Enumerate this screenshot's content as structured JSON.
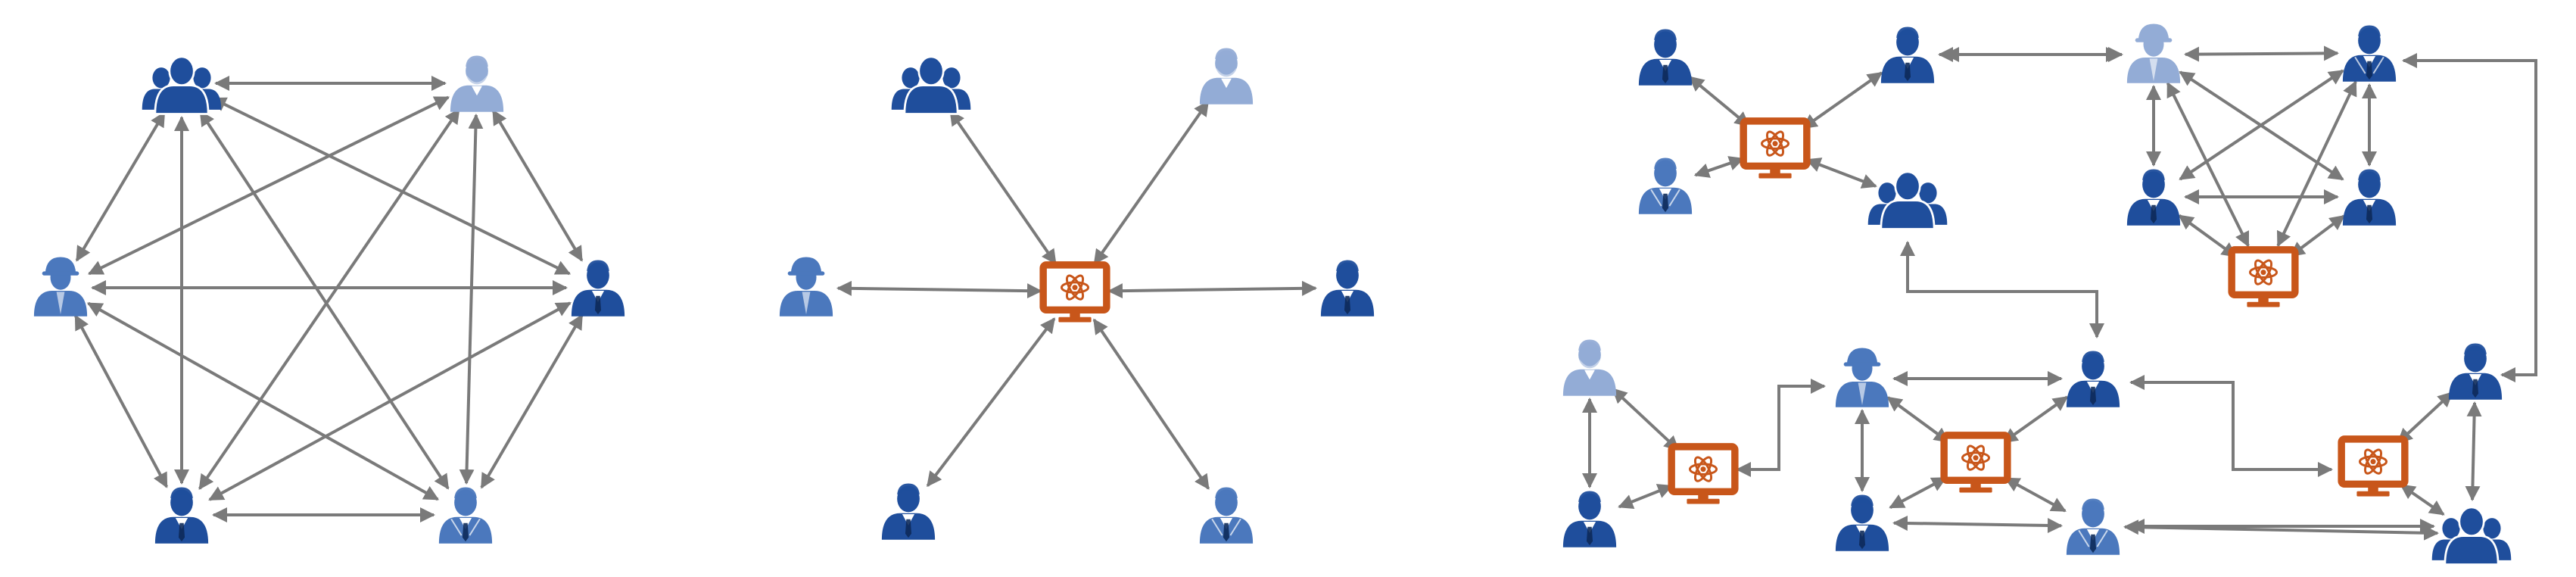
{
  "colors": {
    "person_dark": "#1f4e9c",
    "person_medium": "#4b78bd",
    "person_light": "#93acd6",
    "computer": "#c8561a",
    "arrow": "#7a7a7a",
    "background": "#ffffff"
  },
  "icons": {
    "person": "person-icon",
    "group": "group-icon",
    "worker": "worker-icon",
    "computer": "computer-atom-icon"
  },
  "panels": [
    {
      "name": "peer-to-peer-network",
      "nodes": [
        {
          "id": "g1",
          "kind": "group",
          "tone": "dark"
        },
        {
          "id": "b1",
          "kind": "person_beard",
          "tone": "light"
        },
        {
          "id": "w1",
          "kind": "worker",
          "tone": "medium"
        },
        {
          "id": "p1",
          "kind": "person_tie",
          "tone": "dark"
        },
        {
          "id": "p2",
          "kind": "person_tie",
          "tone": "dark"
        },
        {
          "id": "p3",
          "kind": "person_suit",
          "tone": "medium"
        }
      ],
      "edges": [
        [
          "g1",
          "b1"
        ],
        [
          "g1",
          "w1"
        ],
        [
          "g1",
          "p1"
        ],
        [
          "g1",
          "p2"
        ],
        [
          "g1",
          "p3"
        ],
        [
          "b1",
          "w1"
        ],
        [
          "b1",
          "p1"
        ],
        [
          "b1",
          "p2"
        ],
        [
          "b1",
          "p3"
        ],
        [
          "w1",
          "p1"
        ],
        [
          "w1",
          "p2"
        ],
        [
          "w1",
          "p3"
        ],
        [
          "p1",
          "p2"
        ],
        [
          "p1",
          "p3"
        ],
        [
          "p2",
          "p3"
        ]
      ]
    },
    {
      "name": "centralized-network",
      "nodes": [
        {
          "id": "hub",
          "kind": "computer",
          "tone": "computer"
        },
        {
          "id": "g2",
          "kind": "group",
          "tone": "dark"
        },
        {
          "id": "b2",
          "kind": "person_beard",
          "tone": "light"
        },
        {
          "id": "w2",
          "kind": "worker",
          "tone": "medium"
        },
        {
          "id": "p4",
          "kind": "person_tie",
          "tone": "dark"
        },
        {
          "id": "p5",
          "kind": "person_tie",
          "tone": "dark"
        },
        {
          "id": "p6",
          "kind": "person_suit",
          "tone": "medium"
        }
      ],
      "edges": [
        [
          "hub",
          "g2"
        ],
        [
          "hub",
          "b2"
        ],
        [
          "hub",
          "w2"
        ],
        [
          "hub",
          "p4"
        ],
        [
          "hub",
          "p5"
        ],
        [
          "hub",
          "p6"
        ]
      ]
    },
    {
      "name": "decentralized-network",
      "nodes": [
        {
          "id": "c1",
          "kind": "computer",
          "tone": "computer"
        },
        {
          "id": "c2",
          "kind": "computer",
          "tone": "computer"
        },
        {
          "id": "c3",
          "kind": "computer",
          "tone": "computer"
        },
        {
          "id": "c4",
          "kind": "computer",
          "tone": "computer"
        },
        {
          "id": "c5",
          "kind": "computer",
          "tone": "computer"
        },
        {
          "id": "a1",
          "kind": "person_tie",
          "tone": "dark"
        },
        {
          "id": "a2",
          "kind": "person_suit",
          "tone": "medium"
        },
        {
          "id": "a3",
          "kind": "person_tie",
          "tone": "dark"
        },
        {
          "id": "a4",
          "kind": "group",
          "tone": "dark"
        },
        {
          "id": "d1",
          "kind": "worker",
          "tone": "light"
        },
        {
          "id": "d2",
          "kind": "person_suit",
          "tone": "dark"
        },
        {
          "id": "d3",
          "kind": "person_tie",
          "tone": "dark"
        },
        {
          "id": "d4",
          "kind": "person_tie",
          "tone": "dark"
        },
        {
          "id": "e1",
          "kind": "person_beard",
          "tone": "light"
        },
        {
          "id": "e2",
          "kind": "person_tie",
          "tone": "dark"
        },
        {
          "id": "f1",
          "kind": "worker",
          "tone": "medium"
        },
        {
          "id": "f2",
          "kind": "person_tie",
          "tone": "dark"
        },
        {
          "id": "f3",
          "kind": "person_tie",
          "tone": "dark"
        },
        {
          "id": "f4",
          "kind": "person_suit",
          "tone": "medium"
        },
        {
          "id": "h1",
          "kind": "person_tie",
          "tone": "dark"
        },
        {
          "id": "h2",
          "kind": "group",
          "tone": "dark"
        }
      ],
      "edges": [
        [
          "c1",
          "a1"
        ],
        [
          "c1",
          "a2"
        ],
        [
          "c1",
          "a3"
        ],
        [
          "c1",
          "a4"
        ],
        [
          "a3",
          "d1"
        ],
        [
          "d1",
          "d2"
        ],
        [
          "d1",
          "d3"
        ],
        [
          "d2",
          "d4"
        ],
        [
          "d1",
          "d4"
        ],
        [
          "d2",
          "d3"
        ],
        [
          "d3",
          "d4"
        ],
        [
          "d1",
          "c2"
        ],
        [
          "d2",
          "c2"
        ],
        [
          "d3",
          "c2"
        ],
        [
          "d4",
          "c2"
        ],
        [
          "c3",
          "e1"
        ],
        [
          "c3",
          "e2"
        ],
        [
          "e1",
          "e2"
        ],
        [
          "c4",
          "f1"
        ],
        [
          "c4",
          "f2"
        ],
        [
          "c4",
          "f3"
        ],
        [
          "c4",
          "f4"
        ],
        [
          "f1",
          "f2"
        ],
        [
          "f1",
          "f3"
        ],
        [
          "f3",
          "f4"
        ],
        [
          "f4",
          "h2"
        ],
        [
          "c5",
          "h1"
        ],
        [
          "c5",
          "h2"
        ],
        [
          "h1",
          "h2"
        ]
      ]
    }
  ]
}
